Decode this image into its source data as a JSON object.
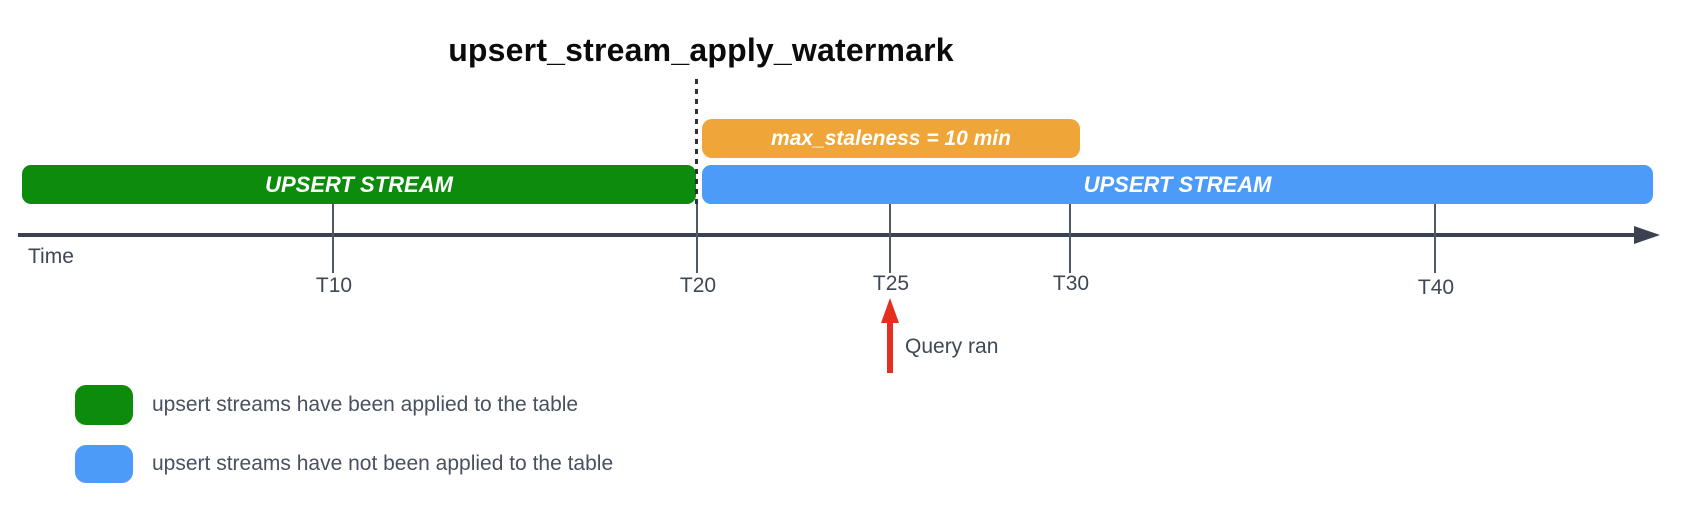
{
  "title": "upsert_stream_apply_watermark",
  "bars": {
    "staleness_label": "max_staleness = 10 min",
    "applied_label": "UPSERT STREAM",
    "not_applied_label": "UPSERT STREAM"
  },
  "timeline": {
    "axis_label": "Time",
    "ticks": [
      {
        "label": "T10"
      },
      {
        "label": "T20"
      },
      {
        "label": "T25"
      },
      {
        "label": "T30"
      },
      {
        "label": "T40"
      }
    ]
  },
  "annotation": {
    "query_ran_label": "Query ran"
  },
  "legend": {
    "items": [
      {
        "color": "#0c8b0c",
        "label": "upsert streams have been applied to the table"
      },
      {
        "color": "#4d9bf8",
        "label": "upsert streams have not been applied to the table"
      }
    ]
  },
  "colors": {
    "applied_green": "#0c8b0c",
    "not_applied_blue": "#4d9bf8",
    "staleness_orange": "#efa537",
    "query_arrow_red": "#e62e1f",
    "axis_dark": "#39424e",
    "label_gray": "#3e4854"
  }
}
